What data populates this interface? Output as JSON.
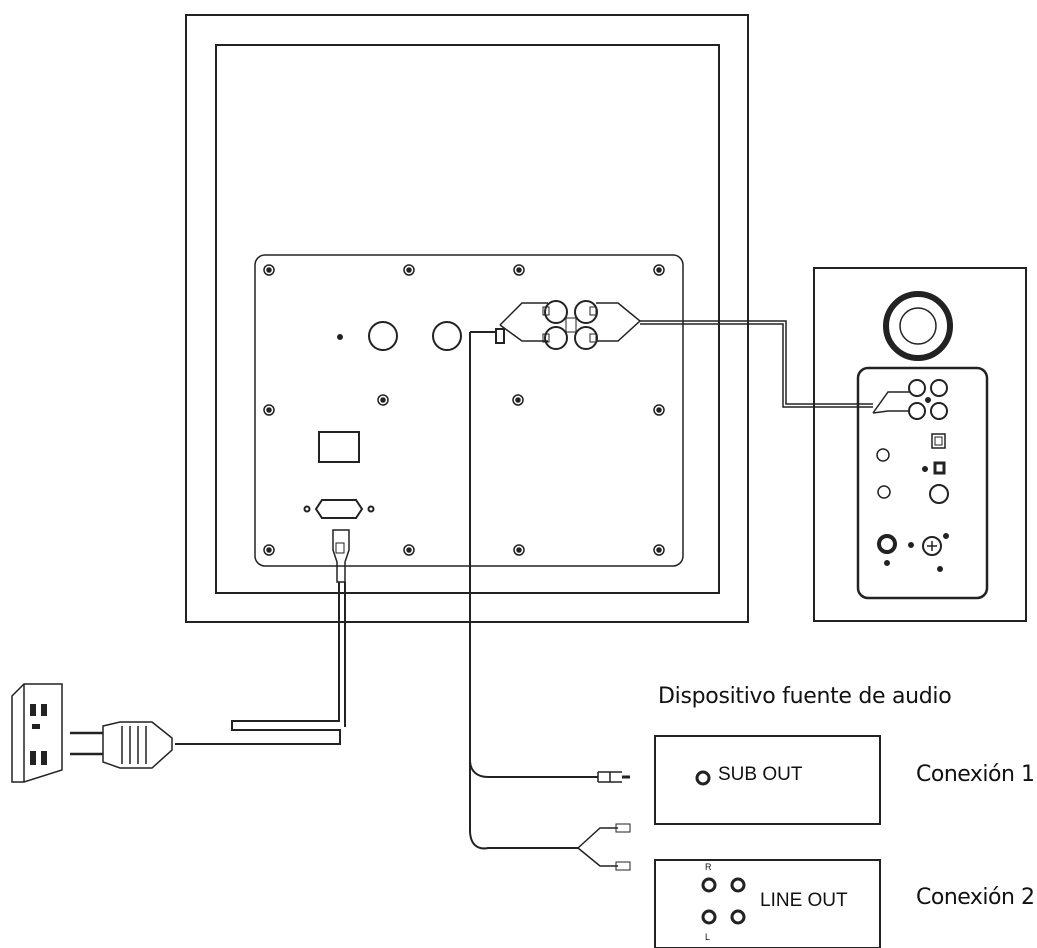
{
  "labels": {
    "source_title": "Dispositivo fuente de audio",
    "sub_out": "SUB OUT",
    "line_out": "LINE OUT",
    "connection_1": "Conexión 1",
    "connection_2": "Conexión 2",
    "channel_r": "R",
    "channel_l": "L"
  },
  "colors": {
    "line": "#222222",
    "background": "#ffffff"
  }
}
